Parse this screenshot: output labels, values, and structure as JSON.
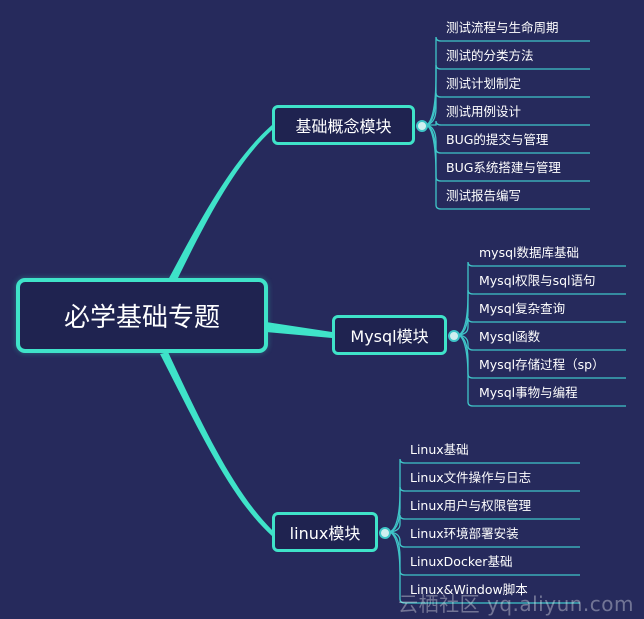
{
  "root": {
    "label": "必学基础专题"
  },
  "branches": [
    {
      "label": "基础概念模块",
      "items": [
        "测试流程与生命周期",
        "测试的分类方法",
        "测试计划制定",
        "测试用例设计",
        "BUG的提交与管理",
        "BUG系统搭建与管理",
        "测试报告编写"
      ]
    },
    {
      "label": "Mysql模块",
      "items": [
        "mysql数据库基础",
        "Mysql权限与sql语句",
        "Mysql复杂查询",
        "Mysql函数",
        "Mysql存储过程（sp）",
        "Mysql事物与编程"
      ]
    },
    {
      "label": "linux模块",
      "items": [
        "Linux基础",
        "Linux文件操作与日志",
        "Linux用户与权限管理",
        "Linux环境部署安装",
        "LinuxDocker基础",
        "Linux&Window脚本"
      ]
    }
  ],
  "watermark": "云栖社区 yq.aliyun.com",
  "colors": {
    "background": "#262a5c",
    "accent": "#3fe3c9",
    "node_fill": "#1f2350",
    "text": "#ffffff"
  }
}
